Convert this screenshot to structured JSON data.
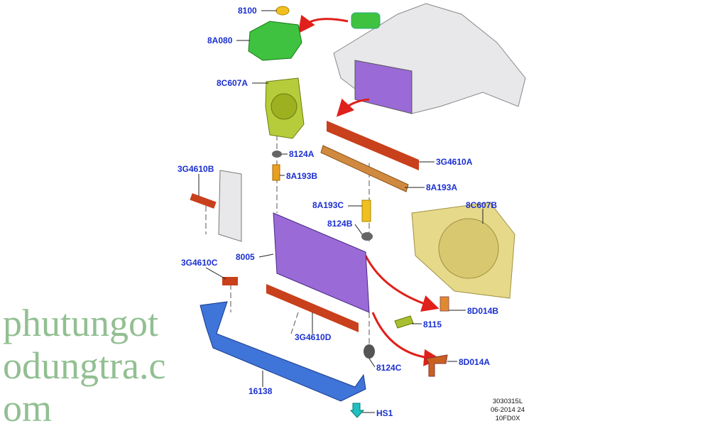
{
  "labels": {
    "p8100": "8100",
    "p8A080": "8A080",
    "p8C607A": "8C607A",
    "p8124A": "8124A",
    "p3G4610A": "3G4610A",
    "p3G4610B": "3G4610B",
    "p8A193B": "8A193B",
    "p8A193A": "8A193A",
    "p8A193C": "8A193C",
    "p8C607B": "8C607B",
    "p8124B": "8124B",
    "p8005": "8005",
    "p3G4610C": "3G4610C",
    "p8D014B": "8D014B",
    "p8115": "8115",
    "p3G4610D": "3G4610D",
    "p8D014A": "8D014A",
    "p8124C": "8124C",
    "p16138": "16138",
    "pHS1": "HS1"
  },
  "watermark": "phutungotodungtra.com",
  "drawing_code": [
    "3030315L",
    "06-2014 24",
    "10FD0X"
  ],
  "colors": {
    "label": "#1a2fd0",
    "radiator": "#9a6ad6",
    "seal": "#c8401c",
    "reservoir": "#3fc23f",
    "shroud": "#e6d98a",
    "crossmember": "#3f74d8",
    "arrow": "#e0201a"
  }
}
